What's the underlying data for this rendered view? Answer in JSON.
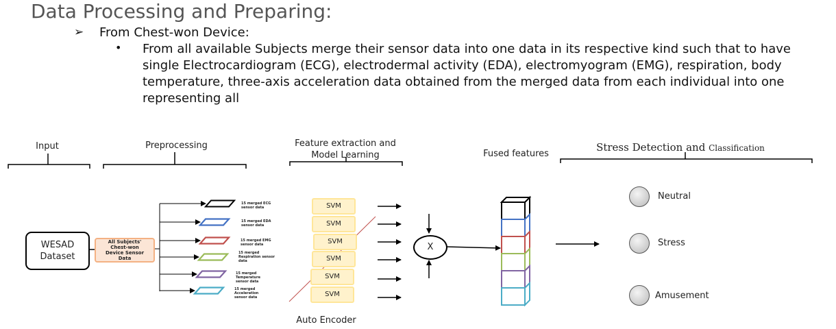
{
  "slide": {
    "title": "Data Processing and Preparing:",
    "subheading": "From Chest-won Device:",
    "bullet_text": "From all available Subjects merge their sensor data into one data in its respective kind such that to have single Electrocardiogram (ECG), electrodermal activity (EDA), electromyogram (EMG), respiration, body temperature, three-axis acceleration data obtained from the merged data from each individual into one representing all"
  },
  "diagram": {
    "headers": {
      "input": "Input",
      "preprocessing": "Preprocessing",
      "feature_line1": "Feature extraction and",
      "feature_line2": "Model Learning",
      "fused": "Fused features",
      "stress_part1": "Stress Detection",
      "stress_part2": " and ",
      "stress_part3": "Classification"
    },
    "dataset": {
      "line1": "WESAD",
      "line2": "Dataset"
    },
    "merge_box": {
      "line1": "All Subjects'",
      "line2": "Chest-won",
      "line3": "Device Sensor",
      "line4": "Data"
    },
    "streams": [
      {
        "line1": "15 merged ECG",
        "line2": "sensor data",
        "color": "#000000"
      },
      {
        "line1": "15 merged EDA",
        "line2": "sensor data",
        "color": "#4472c4"
      },
      {
        "line1": "15 merged EMG",
        "line2": "sensor data",
        "color": "#c0504d"
      },
      {
        "line1": "15 merged",
        "line2": "Respiration sensor",
        "line3": "data",
        "color": "#9bbb59"
      },
      {
        "line1": "15 merged",
        "line2": "Temperature",
        "line3": "sensor data",
        "color": "#8064a2"
      },
      {
        "line1": "15 merged",
        "line2": "Acceleration",
        "line3": "sensor data",
        "color": "#4bacc6"
      }
    ],
    "svm_label": "SVM",
    "svm_count": 6,
    "auto_encoder": "Auto Encoder",
    "fusion_symbol": "X",
    "classes": [
      "Neutral",
      "Stress",
      "Amusement"
    ]
  }
}
